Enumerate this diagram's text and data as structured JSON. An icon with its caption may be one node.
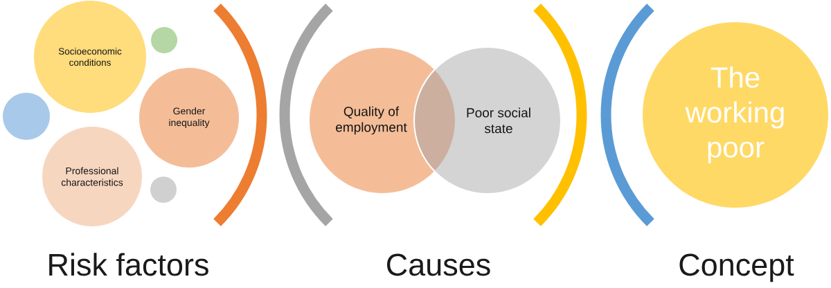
{
  "diagram": {
    "nodes": [
      {
        "text": [
          "Socioeconomic conditions"
        ]
      },
      {
        "text": [],
        "shape": "circle"
      },
      {
        "text": [],
        "shape": "circle"
      },
      {
        "text": [
          "Gender inequality"
        ]
      },
      {
        "text": [
          "Professional characteristics"
        ]
      },
      {
        "text": [],
        "shape": "circle"
      },
      {
        "text": [
          "Quality of employment"
        ]
      },
      {
        "text": [
          "Poor social state"
        ]
      },
      {
        "text": [
          "The working poor"
        ]
      }
    ],
    "labels": [
      "Risk factors",
      "Causes",
      "Concept"
    ]
  }
}
